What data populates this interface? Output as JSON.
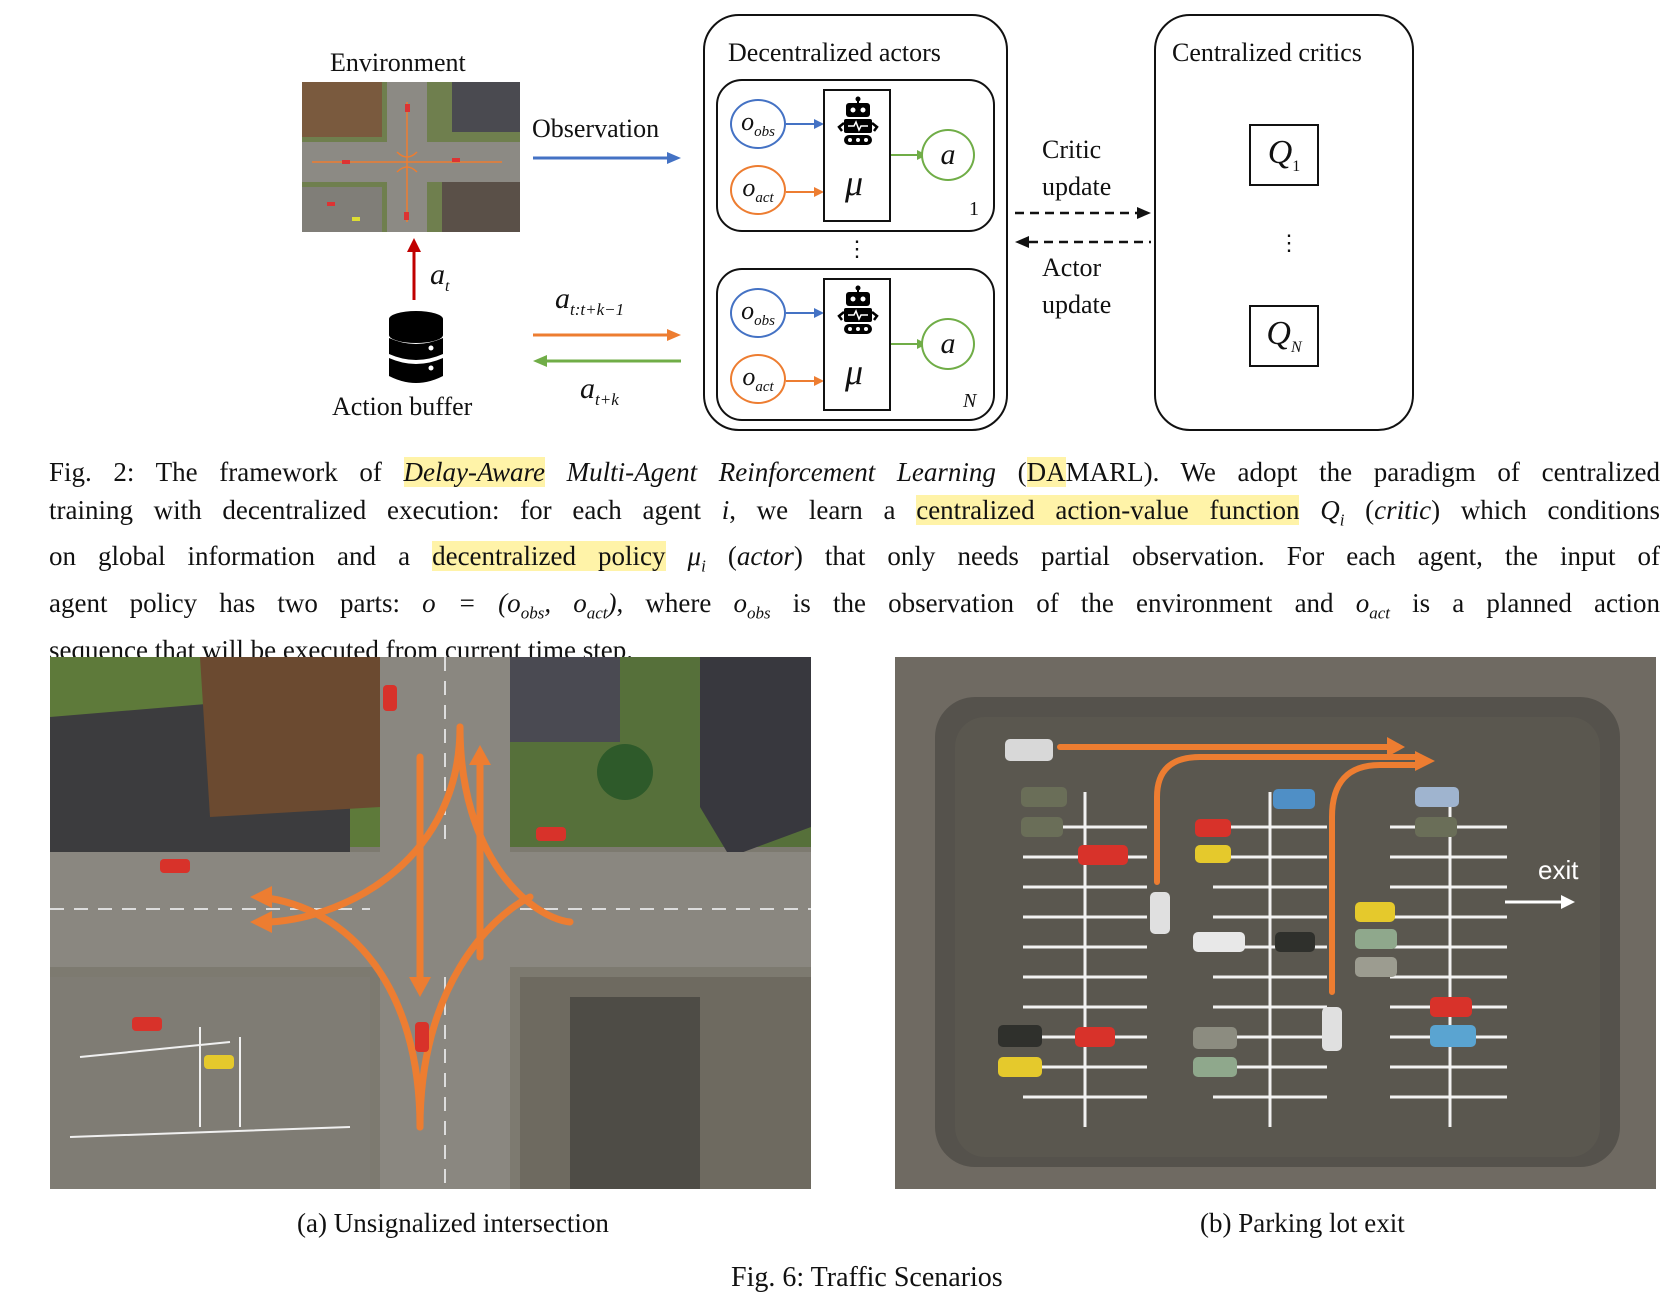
{
  "fig2": {
    "environment_label": "Environment",
    "observation_label": "Observation",
    "action_buffer_label": "Action buffer",
    "a_t": {
      "base": "a",
      "sub": "t"
    },
    "a_tk1": {
      "base": "a",
      "sub": "t:t+k−1"
    },
    "a_tk": {
      "base": "a",
      "sub": "t+k"
    },
    "actors_title": "Decentralized actors",
    "critics_title": "Centralized critics",
    "critic_update_1": "Critic",
    "critic_update_2": "update",
    "actor_update_1": "Actor",
    "actor_update_2": "update",
    "o_base": "o",
    "o_obs_sub": "obs",
    "o_act_sub": "act",
    "mu": "μ",
    "action_a": "a",
    "agent_1_index": "1",
    "agent_n_index": "N",
    "vdots": "⋮",
    "q_base": "Q",
    "q1_sub": "1",
    "qn_sub": "N",
    "colors": {
      "blue": "#4472c4",
      "orange": "#ed7d31",
      "green": "#70ad47",
      "red": "#c00000",
      "highlight": "#fff3a8"
    }
  },
  "caption2": {
    "line1": {
      "pre": "Fig. 2: The framework of ",
      "hl1": "Delay-Aware",
      "mid": " Multi-Agent Reinforcement Learning",
      "paren_open": " (",
      "hl2": "DA",
      "post": "MARL). We adopt the paradigm of centralized"
    },
    "line2": {
      "pre": "training with decentralized execution: for each agent ",
      "var_i": "i",
      "mid": ", we learn a ",
      "hl": "centralized action-value function",
      "q": "Q",
      "q_sub": "i",
      "critic_open": " (",
      "critic": "critic",
      "post": ") which conditions"
    },
    "line3": {
      "pre": "on global information and a ",
      "hl": "decentralized policy",
      "mu": " μ",
      "mu_sub": "i",
      "actor_open": " (",
      "actor": "actor",
      "post": ") that only needs partial observation. For each agent, the input of"
    },
    "line4": {
      "pre": "agent policy has two parts: ",
      "eq": "o = (o",
      "eq_sub1": "obs",
      "eq_mid": ", o",
      "eq_sub2": "act",
      "eq_close": ")",
      "mid1": ", where ",
      "o": "o",
      "o_sub": "obs",
      "mid2": " is the observation of the environment and ",
      "o2": "o",
      "o2_sub": "act",
      "post": " is a planned action"
    },
    "line5": "sequence that will be executed from current time step."
  },
  "fig6": {
    "sub_a_caption": "(a) Unsignalized intersection",
    "sub_b_caption": "(b) Parking lot exit",
    "exit_label": "exit",
    "caption": "Fig. 6: Traffic Scenarios"
  }
}
